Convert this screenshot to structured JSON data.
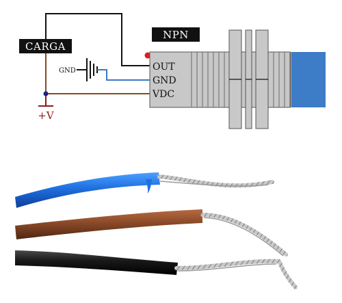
{
  "diagram": {
    "load_label": "CARGA",
    "supply_label": "+V",
    "ground_label": "GND",
    "sensor_type": "NPN",
    "terminals": {
      "out": "OUT",
      "gnd": "GND",
      "vdc": "VDC"
    }
  },
  "colors": {
    "wire_black": "#111111",
    "wire_blue": "#3a78c9",
    "wire_brown": "#8a4a1e",
    "supply_red": "#8b1a1a",
    "body_gray": "#c8c8c8",
    "cap_blue": "#3d7cc7",
    "label_bg": "#111111",
    "label_fg": "#ffffff",
    "junction": "#1a237e",
    "led": "#e21b1b"
  },
  "photo": {
    "wires": [
      "blue",
      "brown",
      "black"
    ],
    "content": "stripped-wire-ends"
  }
}
